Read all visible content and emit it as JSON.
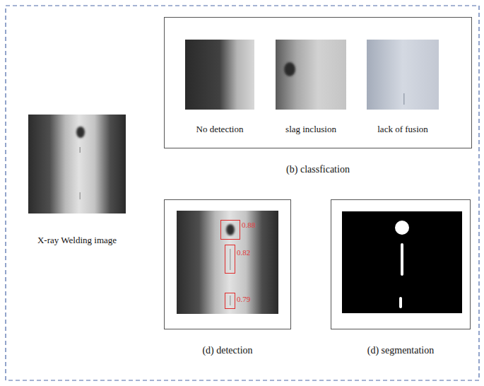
{
  "diagram": {
    "nodes": [
      {
        "text": [
          "X-ray Welding image"
        ]
      },
      {
        "text": [
          "(b) classfication"
        ]
      },
      {
        "text": [
          "No detection"
        ],
        "in": 1
      },
      {
        "text": [
          "slag inclusion"
        ],
        "in": 1
      },
      {
        "text": [
          "lack of fusion"
        ],
        "in": 1
      },
      {
        "text": [
          "(d) detection"
        ]
      },
      {
        "text": [
          "0.88"
        ],
        "in": 5
      },
      {
        "text": [
          "0.82"
        ],
        "in": 5
      },
      {
        "text": [
          "0.79"
        ],
        "in": 5
      },
      {
        "text": [
          "(d) segmentation"
        ]
      }
    ]
  }
}
